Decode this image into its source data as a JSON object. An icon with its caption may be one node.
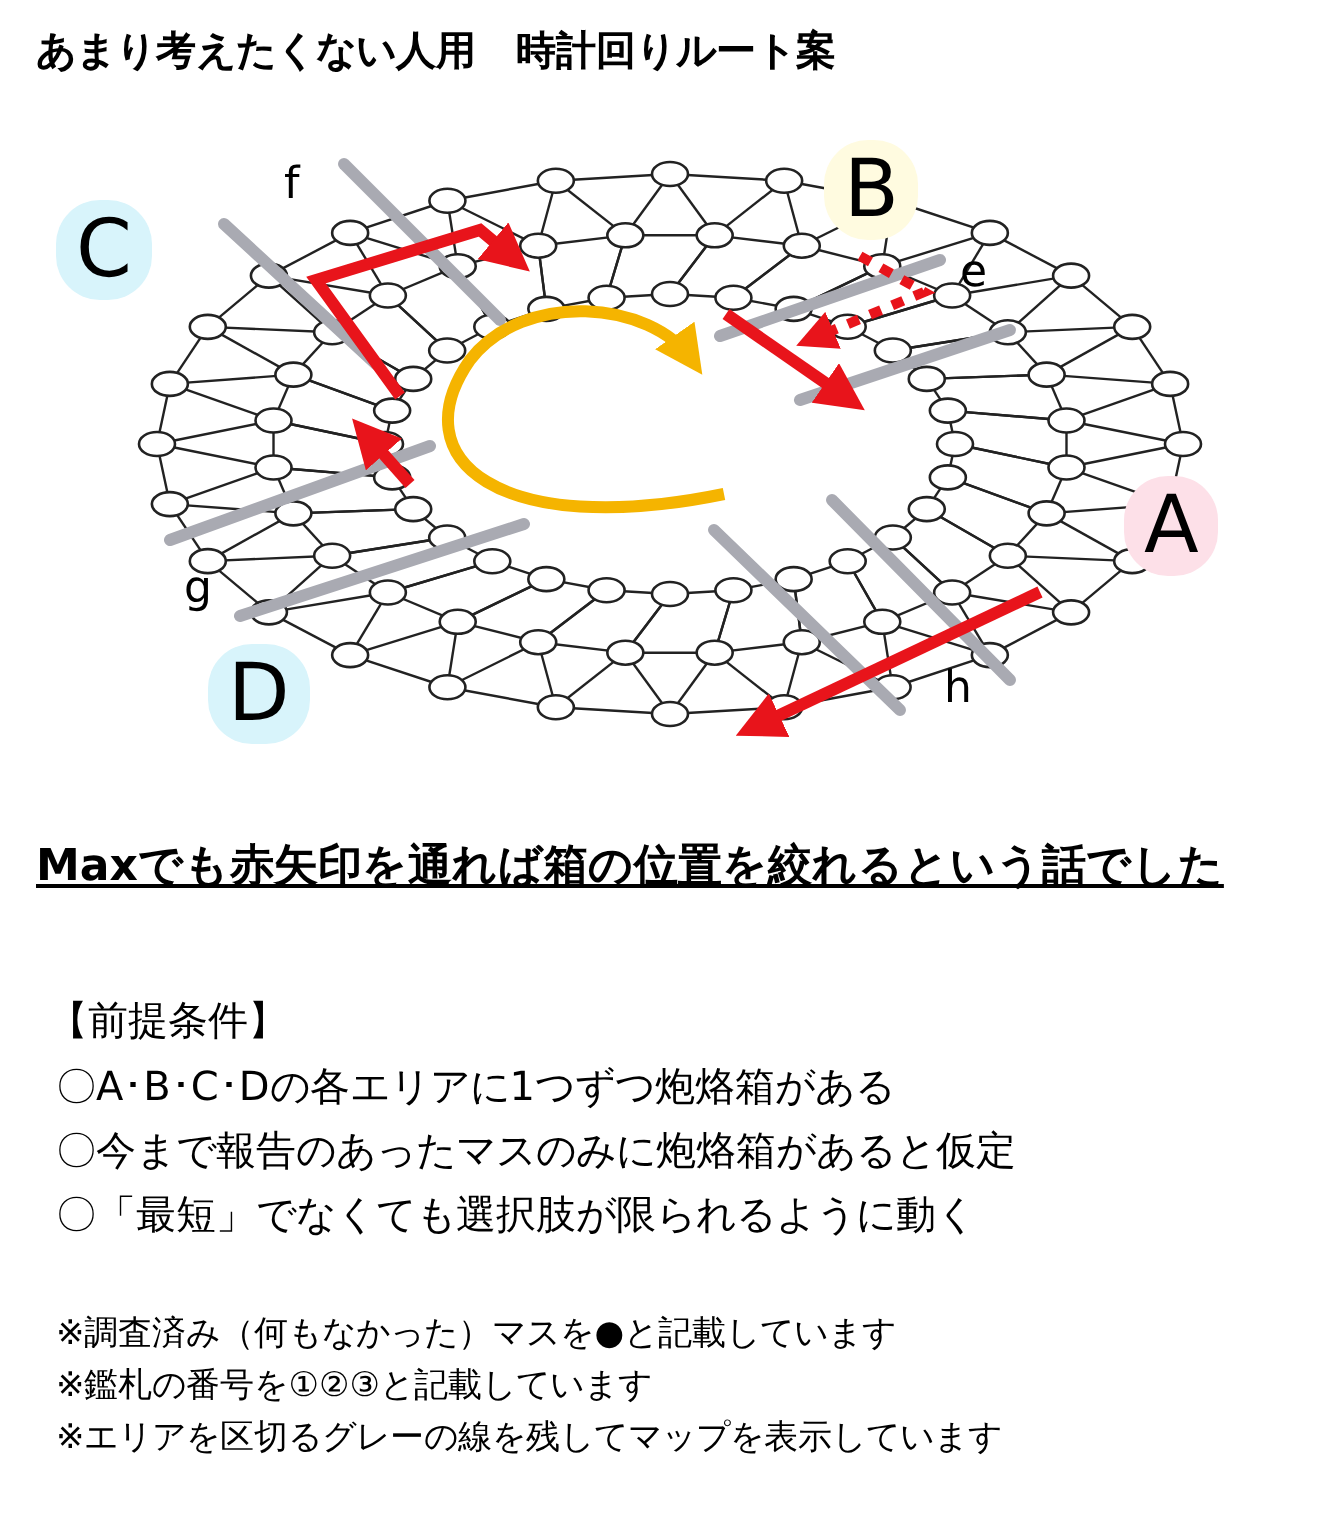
{
  "diagram": {
    "title": "あまり考えたくない人用　時計回りルート案",
    "labels": [
      "C",
      "B",
      "A",
      "D",
      "f",
      "e",
      "g",
      "h",
      "Maxでも赤矢印を通れば箱の位置を絞れるという話でした",
      "【前提条件】",
      "〇A･B･C･Dの各エリアに1つずつ炮烙箱がある",
      "〇今まで報告のあったマスのみに炮烙箱があると仮定",
      "〇「最短」でなくても選択肢が限られるように動く",
      "※調査済み（何もなかった）マスを●と記載しています",
      "※鑑札の番号を①②③と記載しています",
      "※エリアを区切るグレーの線を残してマップを表示しています"
    ]
  }
}
